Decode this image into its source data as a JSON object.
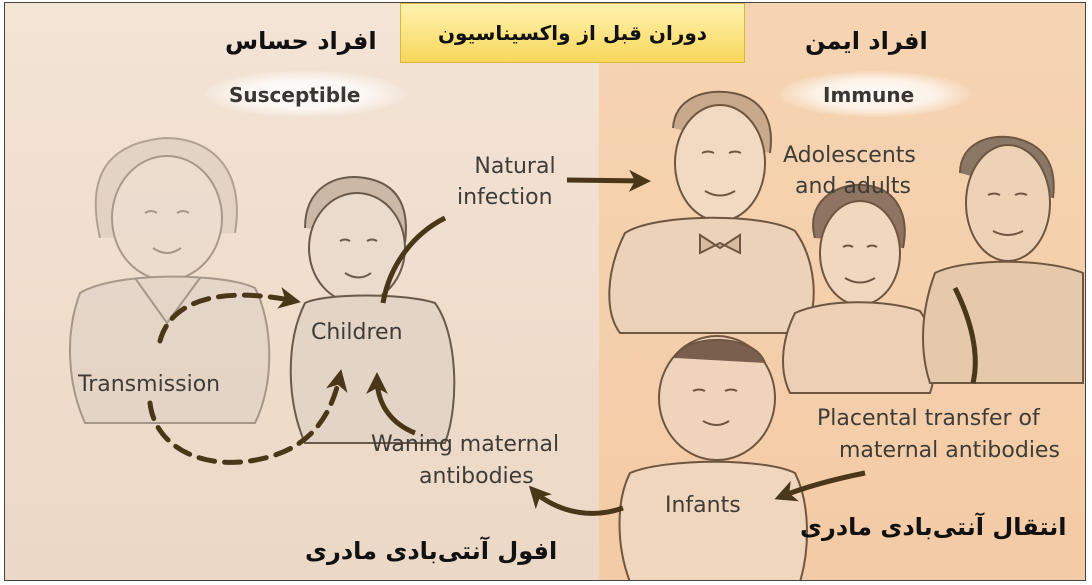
{
  "era_title": "دوران قبل از واکسیناسیون",
  "left": {
    "title_fa": "افراد حساس",
    "title_en": "Susceptible",
    "label_children": "Children",
    "label_transmission": "Transmission",
    "label_waning_line1": "Waning maternal",
    "label_waning_line2": "antibodies",
    "caption_fa": "افول آنتی‌بادی مادری"
  },
  "right": {
    "title_fa": "افراد ایمن",
    "title_en": "Immune",
    "label_adults_line1": "Adolescents",
    "label_adults_line2": "and adults",
    "label_placental_line1": "Placental transfer of",
    "label_placental_line2": "maternal antibodies",
    "label_infants": "Infants",
    "caption_fa": "انتقال آنتی‌بادی مادری"
  },
  "center": {
    "label_natural_line1": "Natural",
    "label_natural_line2": "infection"
  },
  "colors": {
    "left_panel": "#efdccb",
    "right_panel": "#f5d0ad",
    "arrow": "#4a3618",
    "era_box": "#f9dc6a"
  }
}
